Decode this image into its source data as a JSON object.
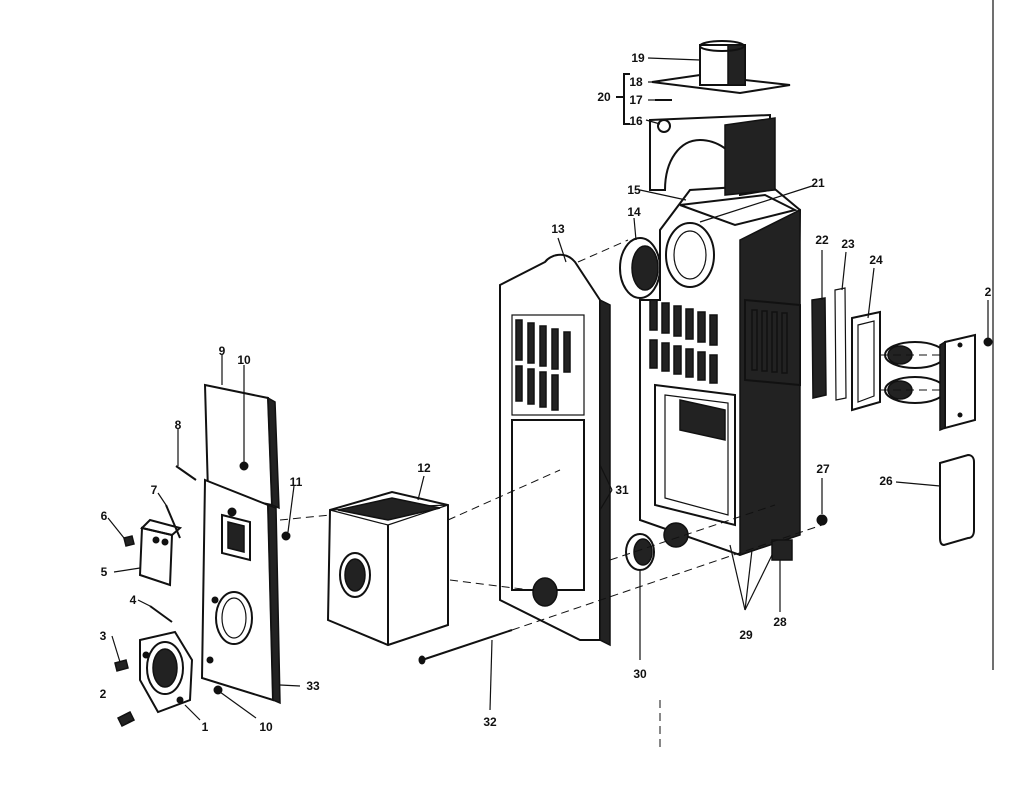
{
  "callouts": [
    {
      "id": "c1",
      "text": "1"
    },
    {
      "id": "c2",
      "text": "2"
    },
    {
      "id": "c3",
      "text": "3"
    },
    {
      "id": "c4",
      "text": "4"
    },
    {
      "id": "c5",
      "text": "5"
    },
    {
      "id": "c6",
      "text": "6"
    },
    {
      "id": "c7",
      "text": "7"
    },
    {
      "id": "c8",
      "text": "8"
    },
    {
      "id": "c9",
      "text": "9"
    },
    {
      "id": "c10a",
      "text": "10"
    },
    {
      "id": "c10b",
      "text": "10"
    },
    {
      "id": "c11",
      "text": "11"
    },
    {
      "id": "c12",
      "text": "12"
    },
    {
      "id": "c13",
      "text": "13"
    },
    {
      "id": "c14",
      "text": "14"
    },
    {
      "id": "c15",
      "text": "15"
    },
    {
      "id": "c16",
      "text": "16"
    },
    {
      "id": "c17",
      "text": "17"
    },
    {
      "id": "c18",
      "text": "18"
    },
    {
      "id": "c19",
      "text": "19"
    },
    {
      "id": "c20",
      "text": "20"
    },
    {
      "id": "c21",
      "text": "21"
    },
    {
      "id": "c22",
      "text": "22"
    },
    {
      "id": "c23",
      "text": "23"
    },
    {
      "id": "c24",
      "text": "24"
    },
    {
      "id": "c2b",
      "text": "2"
    },
    {
      "id": "c26",
      "text": "26"
    },
    {
      "id": "c27",
      "text": "27"
    },
    {
      "id": "c28",
      "text": "28"
    },
    {
      "id": "c29",
      "text": "29"
    },
    {
      "id": "c30",
      "text": "30"
    },
    {
      "id": "c31",
      "text": "31"
    },
    {
      "id": "c32",
      "text": "32"
    },
    {
      "id": "c33",
      "text": "33"
    }
  ]
}
